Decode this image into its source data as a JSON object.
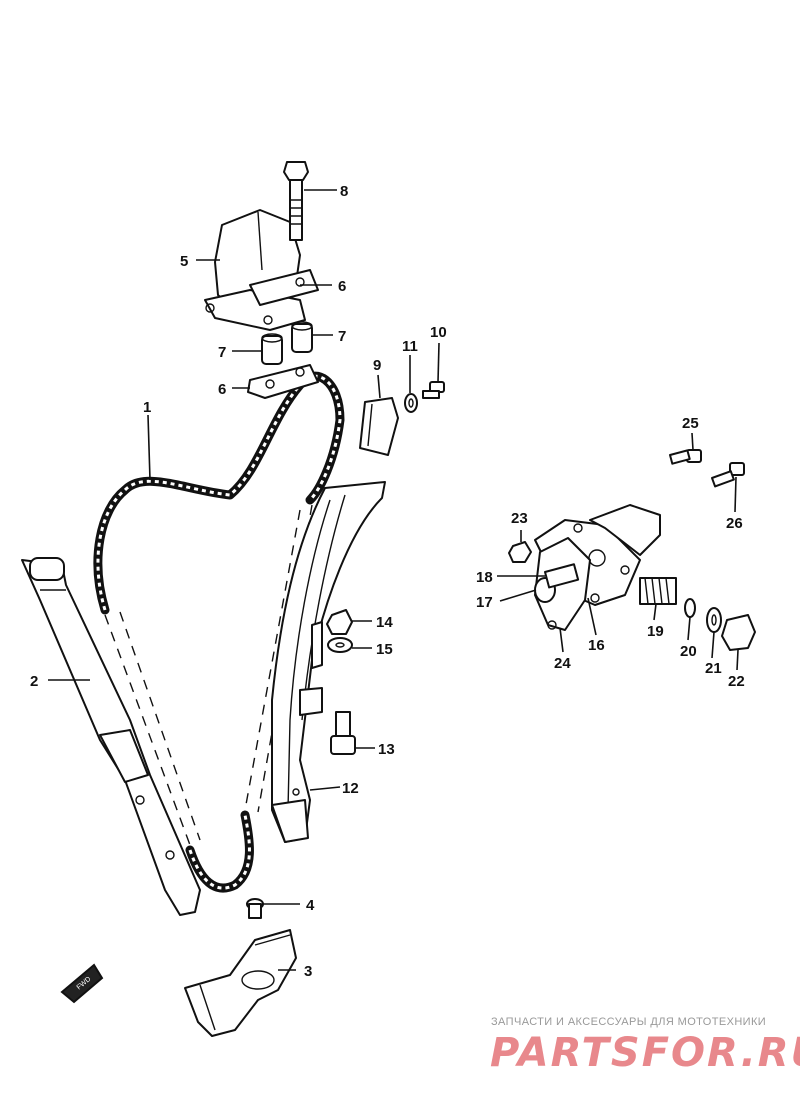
{
  "diagram": {
    "callouts": {
      "c1": "1",
      "c2": "2",
      "c3": "3",
      "c4": "4",
      "c5": "5",
      "c6a": "6",
      "c6b": "6",
      "c7a": "7",
      "c7b": "7",
      "c8": "8",
      "c9": "9",
      "c10": "10",
      "c11": "11",
      "c12": "12",
      "c13": "13",
      "c14": "14",
      "c15": "15",
      "c16": "16",
      "c17": "17",
      "c18": "18",
      "c19": "19",
      "c20": "20",
      "c21": "21",
      "c22": "22",
      "c23": "23",
      "c24": "24",
      "c25": "25",
      "c26": "26"
    },
    "front_mark": "FWD"
  },
  "watermark": {
    "tagline": "ЗАПЧАСТИ И АКСЕССУАРЫ ДЛЯ МОТОТЕХНИКИ",
    "brand": "PARTSFOR.RU",
    "color": "#e8888c"
  }
}
